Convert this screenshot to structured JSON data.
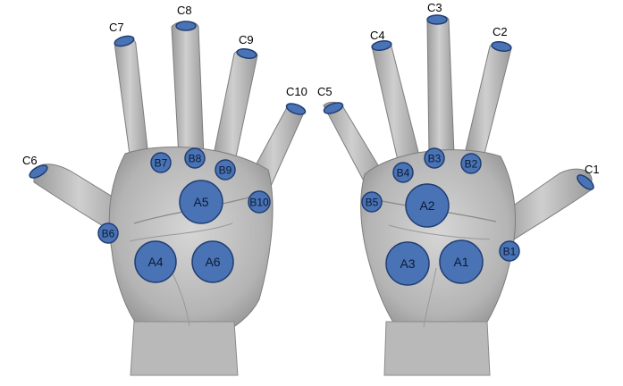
{
  "colors": {
    "marker_fill": "#4a73b5",
    "marker_stroke": "#1f3d73",
    "skin_light": "#c9c9c9",
    "skin_dark": "#8a8a8a"
  },
  "sensors": {
    "A1": "A1",
    "A2": "A2",
    "A3": "A3",
    "A4": "A4",
    "A5": "A5",
    "A6": "A6",
    "B1": "B1",
    "B2": "B2",
    "B3": "B3",
    "B4": "B4",
    "B5": "B5",
    "B6": "B6",
    "B7": "B7",
    "B8": "B8",
    "B9": "B9",
    "B10": "B10",
    "C1": "C1",
    "C2": "C2",
    "C3": "C3",
    "C4": "C4",
    "C5": "C5",
    "C6": "C6",
    "C7": "C7",
    "C8": "C8",
    "C9": "C9",
    "C10": "C10"
  }
}
